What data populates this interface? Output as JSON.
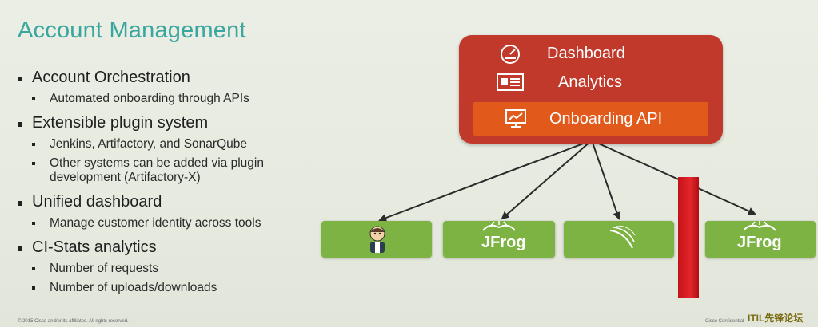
{
  "title": "Account Management",
  "bullets": [
    {
      "label": "Account Orchestration",
      "subs": [
        "Automated onboarding through APIs"
      ]
    },
    {
      "label": "Extensible plugin system",
      "subs": [
        "Jenkins, Artifactory, and SonarQube",
        "Other systems can be added via plugin",
        "development (Artifactory-X)"
      ]
    },
    {
      "label": "Unified dashboard",
      "subs": [
        "Manage customer identity across tools"
      ]
    },
    {
      "label": "CI-Stats analytics",
      "subs": [
        "Number of requests",
        "Number of uploads/downloads"
      ]
    }
  ],
  "hub": {
    "dashboard": "Dashboard",
    "analytics": "Analytics",
    "api": "Onboarding API",
    "color": "#c0392b",
    "api_color": "#e15a1c"
  },
  "tools": {
    "jfrog_label": "JFrog",
    "tile_color": "#7cb342",
    "icons": [
      "jenkins-icon",
      "jfrog-icon",
      "sonarqube-icon",
      "jfrog-icon"
    ]
  },
  "footer": {
    "left": "© 2015 Cisco and/or its affiliates. All rights reserved.",
    "right": "Cisco Confidential"
  },
  "watermark": "ITIL先锋论坛"
}
